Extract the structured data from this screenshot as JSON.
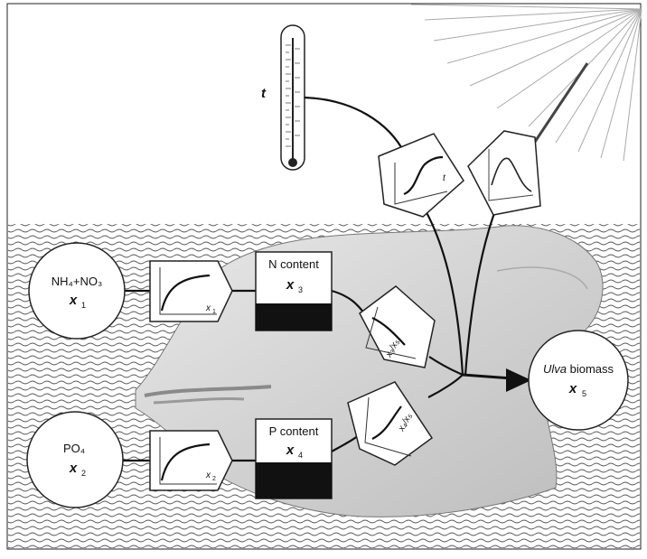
{
  "temperature": {
    "label": "t"
  },
  "temp_response_curve": {
    "axis_label": "t"
  },
  "nutrient_n": {
    "title": "NH₄+NO₃",
    "var": "x",
    "sub": "1"
  },
  "nutrient_p": {
    "title": "PO₄",
    "var": "x",
    "sub": "2"
  },
  "uptake_n_curve": {
    "axis_var": "x",
    "axis_sub": "1"
  },
  "uptake_p_curve": {
    "axis_var": "x",
    "axis_sub": "2"
  },
  "n_content": {
    "title": "N content",
    "var": "x",
    "sub": "3"
  },
  "p_content": {
    "title": "P content",
    "var": "x",
    "sub": "4"
  },
  "ratio_n_curve": {
    "label": "x₃/x₅"
  },
  "ratio_p_curve": {
    "label": "x₄/x₅"
  },
  "biomass": {
    "title_italic": "Ulva",
    "title_rest": " biomass",
    "var": "x",
    "sub": "5"
  }
}
